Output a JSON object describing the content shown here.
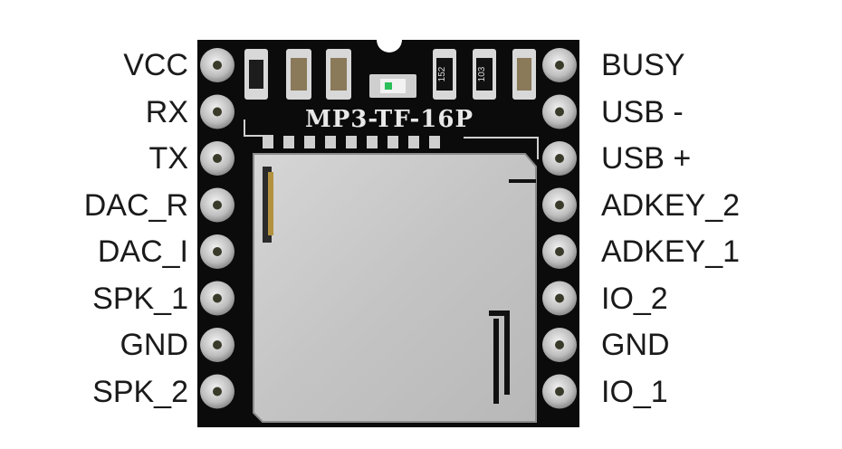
{
  "board": {
    "model_text": "MP3-TF-16P",
    "resistor_codes": [
      "152",
      "103"
    ],
    "pcb_color": "#0b0b0b",
    "card_color": "#c9c9c9"
  },
  "pins_left": [
    "VCC",
    "RX",
    "TX",
    "DAC_R",
    "DAC_I",
    "SPK_1",
    "GND",
    "SPK_2"
  ],
  "pins_right": [
    "BUSY",
    "USB -",
    "USB +",
    "ADKEY_2",
    "ADKEY_1",
    "IO_2",
    "GND",
    "IO_1"
  ]
}
